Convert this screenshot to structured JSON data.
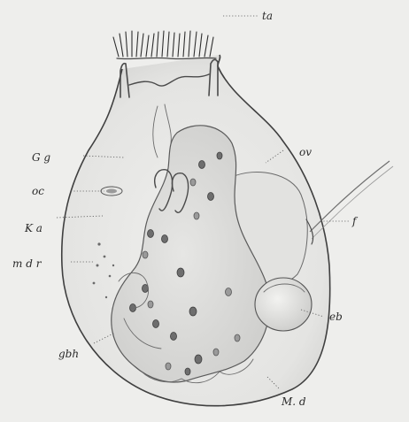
{
  "figure": {
    "labels": {
      "ta": "ta",
      "Gg": "G g",
      "oc": "oc",
      "Ka": "K a",
      "mdr": "m d r",
      "gbh": "gbh",
      "ov": "ov",
      "f": "f",
      "eb": "eb",
      "Md": "M. d"
    }
  }
}
